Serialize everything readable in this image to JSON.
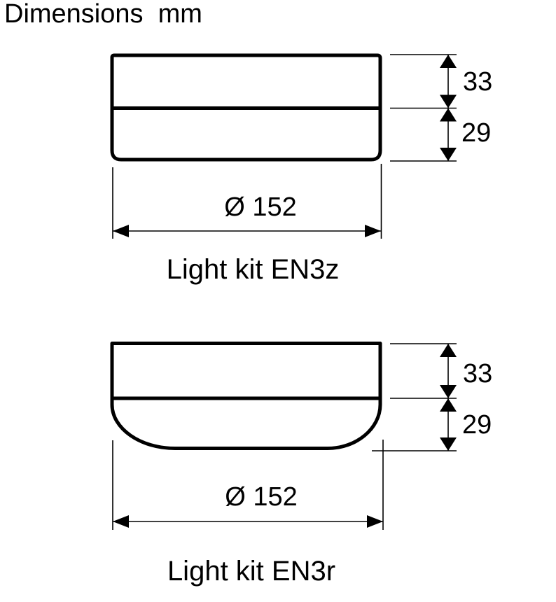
{
  "title": "Dimensions  mm",
  "colors": {
    "line": "#000000",
    "background": "#ffffff"
  },
  "figures": [
    {
      "caption": "Light kit EN3z",
      "dims": {
        "top_height_mm": "33",
        "bottom_height_mm": "29",
        "diameter": "Ø 152"
      }
    },
    {
      "caption": "Light kit EN3r",
      "dims": {
        "top_height_mm": "33",
        "bottom_height_mm": "29",
        "diameter": "Ø 152"
      }
    }
  ]
}
